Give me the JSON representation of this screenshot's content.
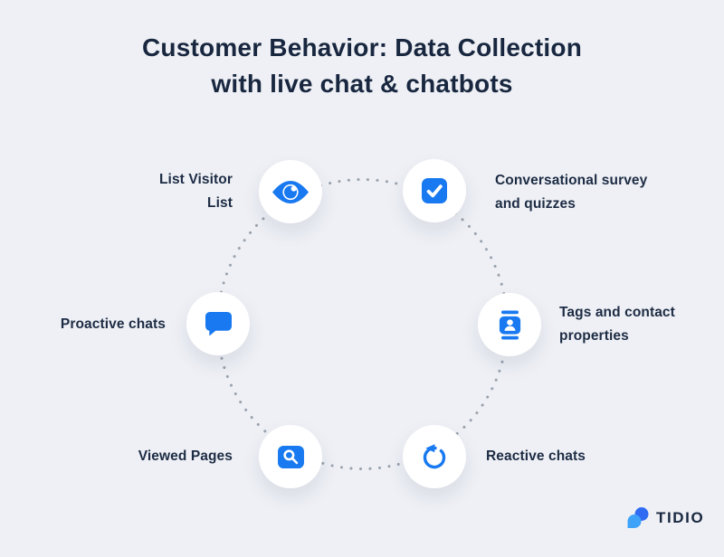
{
  "title": {
    "line1": "Customer Behavior: Data Collection",
    "line2": "with live chat & chatbots"
  },
  "nodes": [
    {
      "id": "visitor-list",
      "icon": "eye-icon",
      "label_line1": "List Visitor",
      "label_line2": "List"
    },
    {
      "id": "conversational-survey",
      "icon": "checkbox-icon",
      "label_line1": "Conversational survey",
      "label_line2": "and quizzes"
    },
    {
      "id": "proactive-chats",
      "icon": "chat-bubble-icon",
      "label_line1": "Proactive chats",
      "label_line2": ""
    },
    {
      "id": "tags-contact",
      "icon": "contact-card-icon",
      "label_line1": "Tags and contact",
      "label_line2": "properties"
    },
    {
      "id": "viewed-pages",
      "icon": "search-icon",
      "label_line1": "Viewed Pages",
      "label_line2": ""
    },
    {
      "id": "reactive-chats",
      "icon": "refresh-icon",
      "label_line1": "Reactive chats",
      "label_line2": ""
    }
  ],
  "logo": {
    "text": "TIDIO"
  },
  "colors": {
    "background": "#eef0f5",
    "accent_blue": "#1879f0",
    "text_dark": "#18273f",
    "dots_gray": "#9aa2ae",
    "logo_blue_dark": "#2e6bf2",
    "logo_blue_light": "#3ea2f8"
  }
}
